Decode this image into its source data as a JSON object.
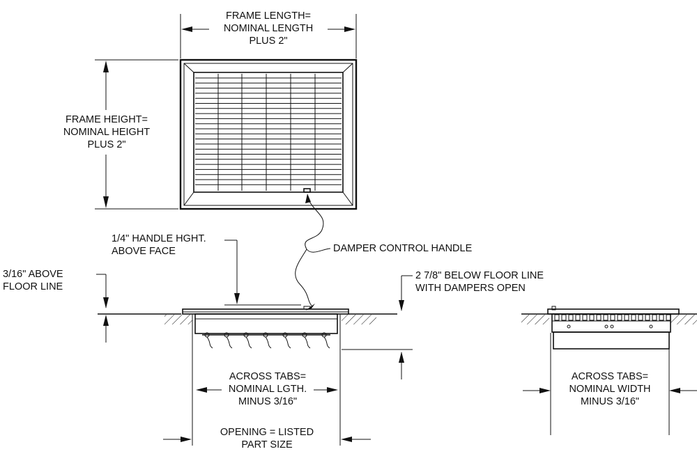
{
  "labels": {
    "frame_length": "FRAME LENGTH=\nNOMINAL LENGTH\nPLUS 2\"",
    "frame_height": "FRAME HEIGHT=\nNOMINAL HEIGHT\nPLUS 2\"",
    "handle_height": "1/4\" HANDLE HGHT.\nABOVE FACE",
    "damper_handle": "DAMPER CONTROL HANDLE",
    "above_floor": "3/16\" ABOVE\nFLOOR LINE",
    "below_floor": "2 7/8\" BELOW FLOOR LINE\nWITH DAMPERS OPEN",
    "across_tabs_length": "ACROSS TABS=\nNOMINAL LGTH.\nMINUS 3/16\"",
    "opening": "OPENING = LISTED\nPART SIZE",
    "across_tabs_width": "ACROSS TABS=\nNOMINAL WIDTH\nMINUS 3/16\""
  },
  "colors": {
    "line": "#111111",
    "background": "#ffffff"
  }
}
